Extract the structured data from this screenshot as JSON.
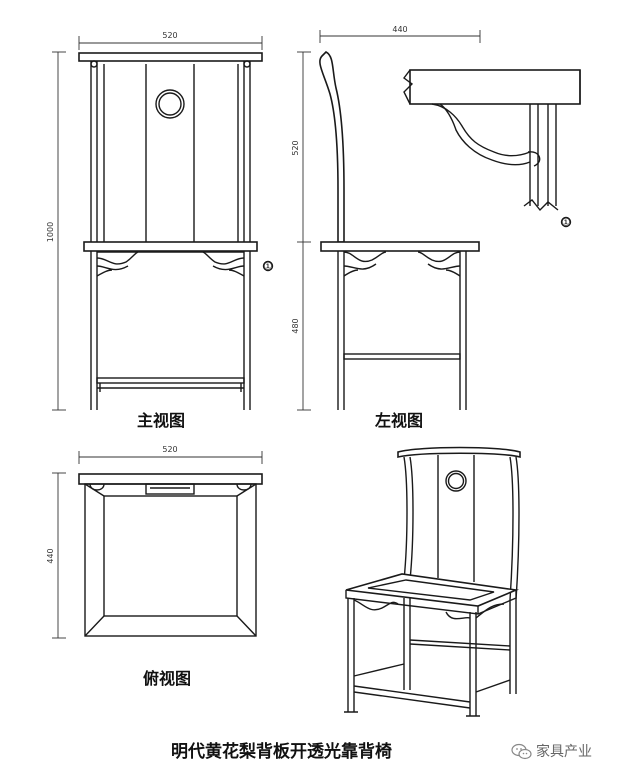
{
  "views": {
    "front": {
      "label": "主视图",
      "dims": {
        "width": "520",
        "height": "1000"
      }
    },
    "left": {
      "label": "左视图",
      "dims": {
        "depth": "440",
        "back_height": "520",
        "seat_height": "480"
      }
    },
    "top": {
      "label": "俯视图",
      "dims": {
        "width": "520",
        "depth": "440"
      }
    }
  },
  "markers": {
    "detail_ref": "①"
  },
  "caption": "明代黄花梨背板开透光靠背椅",
  "brand": {
    "name": "家具产业"
  }
}
